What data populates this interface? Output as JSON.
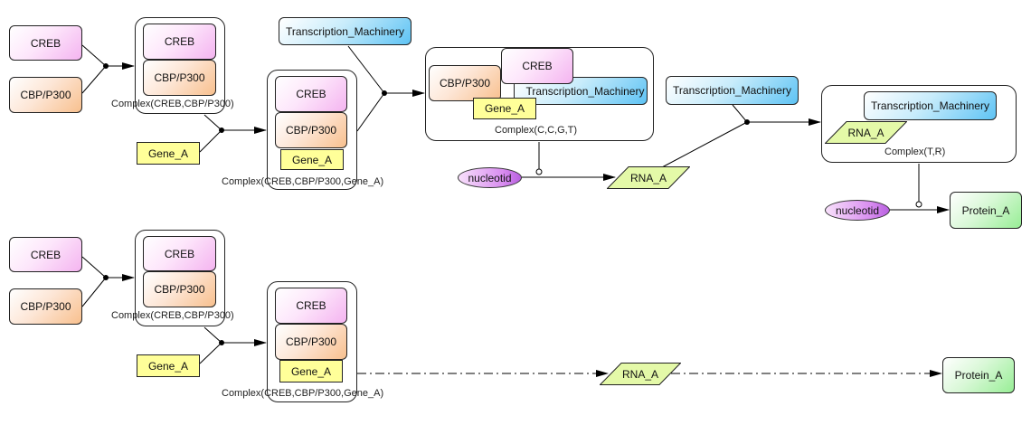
{
  "diagram": {
    "colors": {
      "creb": "#f4b4f0",
      "cbp": "#f8c08e",
      "transcription_machinery": "#5ec3f4",
      "gene": "#ffff99",
      "rna": "#d8f58a",
      "nucleotid": "#d98ef0",
      "protein": "#98ee96"
    },
    "top_pathway": {
      "creb": "CREB",
      "cbp": "CBP/P300",
      "complex1": {
        "creb": "CREB",
        "cbp": "CBP/P300",
        "label": "Complex(CREB,CBP/P300)"
      },
      "gene": "Gene_A",
      "complex2": {
        "creb": "CREB",
        "cbp": "CBP/P300",
        "gene": "Gene_A",
        "label": "Complex(CREB,CBP/P300,Gene_A)"
      },
      "tm1": "Transcription_Machinery",
      "complex3": {
        "cbp": "CBP/P300",
        "creb": "CREB",
        "tm": "Transcription_Machinery",
        "gene": "Gene_A",
        "label": "Complex(C,C,G,T)"
      },
      "nucleotid1": "nucleotid",
      "rna1": "RNA_A",
      "tm2": "Transcription_Machinery",
      "complex4": {
        "tm": "Transcription_Machinery",
        "rna": "RNA_A",
        "label": "Complex(T,R)"
      },
      "nucleotid2": "nucleotid",
      "protein": "Protein_A"
    },
    "bottom_pathway": {
      "creb": "CREB",
      "cbp": "CBP/P300",
      "complex1": {
        "creb": "CREB",
        "cbp": "CBP/P300",
        "label": "Complex(CREB,CBP/P300)"
      },
      "gene": "Gene_A",
      "complex2": {
        "creb": "CREB",
        "cbp": "CBP/P300",
        "gene": "Gene_A",
        "label": "Complex(CREB,CBP/P300,Gene_A)"
      },
      "rna": "RNA_A",
      "protein": "Protein_A"
    }
  }
}
